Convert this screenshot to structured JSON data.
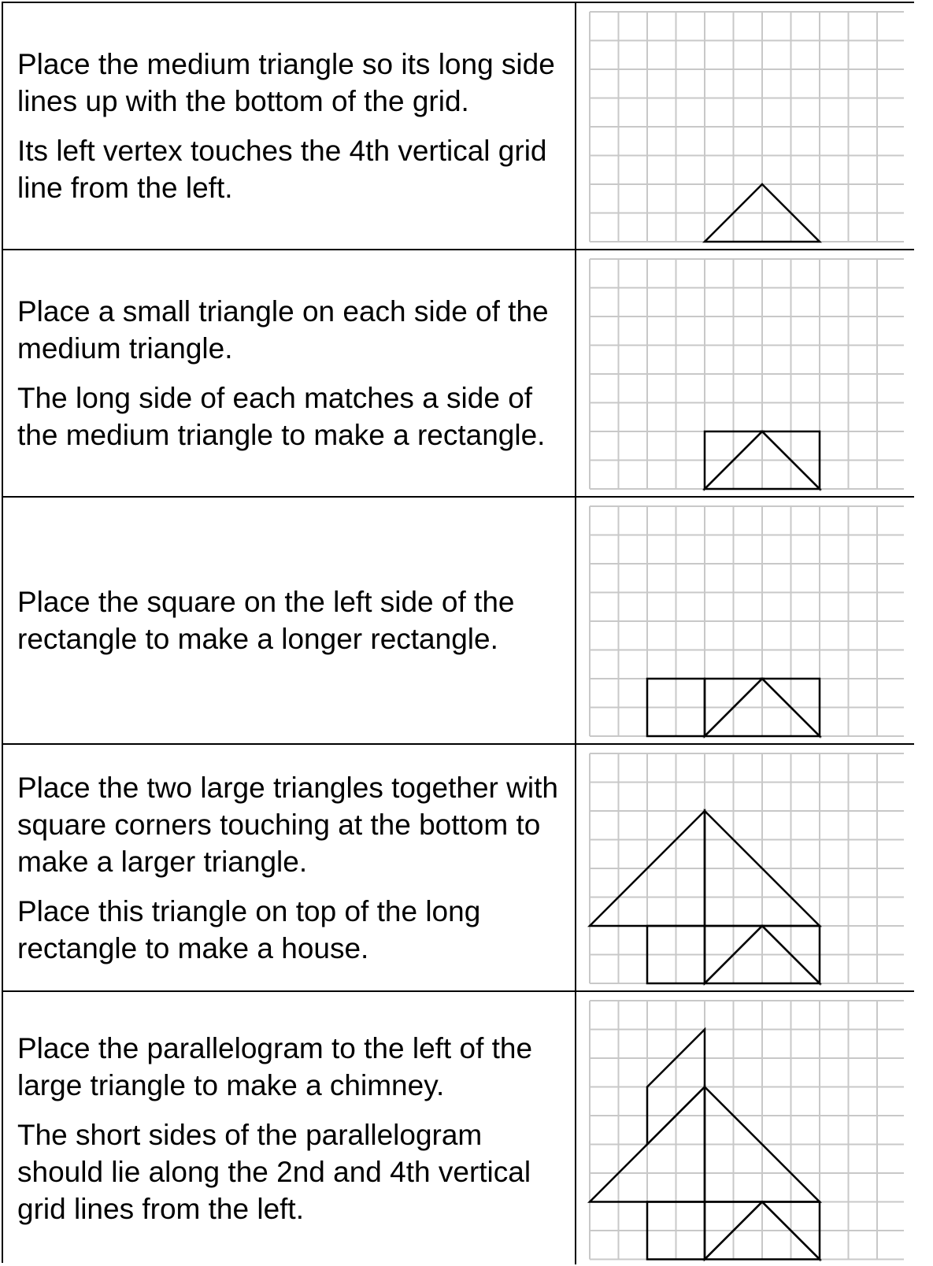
{
  "steps": [
    {
      "paragraphs": [
        "Place the medium triangle so its long side lines up with the bottom of the grid.",
        "Its left vertex touches the 4th vertical grid line from the left."
      ],
      "shapes": [
        "medium-triangle"
      ]
    },
    {
      "paragraphs": [
        "Place a small triangle on each side of the medium triangle.",
        "The long side of each matches a side of the medium triangle to make a rectangle."
      ],
      "shapes": [
        "medium-triangle",
        "small-triangle-left",
        "small-triangle-right"
      ]
    },
    {
      "paragraphs": [
        "Place the square on the left side of the rectangle to make a longer rectangle."
      ],
      "shapes": [
        "medium-triangle",
        "small-triangle-left",
        "small-triangle-right",
        "square"
      ]
    },
    {
      "paragraphs": [
        "Place the two large triangles together with square corners touching at the bottom to make a larger triangle.",
        "Place this triangle on top of the long rectangle to make a house."
      ],
      "shapes": [
        "medium-triangle",
        "small-triangle-left",
        "small-triangle-right",
        "square",
        "large-triangle-left",
        "large-triangle-right"
      ]
    },
    {
      "paragraphs": [
        "Place the parallelogram to the left of the large triangle to make a chimney.",
        "The short sides of the parallelogram should lie along the 2nd and 4th vertical grid lines from the left."
      ],
      "shapes": [
        "medium-triangle",
        "small-triangle-left",
        "small-triangle-right",
        "square",
        "large-triangle-left",
        "large-triangle-right",
        "parallelogram"
      ]
    }
  ],
  "colors": {
    "grid_line": "#c8c8c8",
    "outline": "#000000",
    "border": "#000000"
  }
}
